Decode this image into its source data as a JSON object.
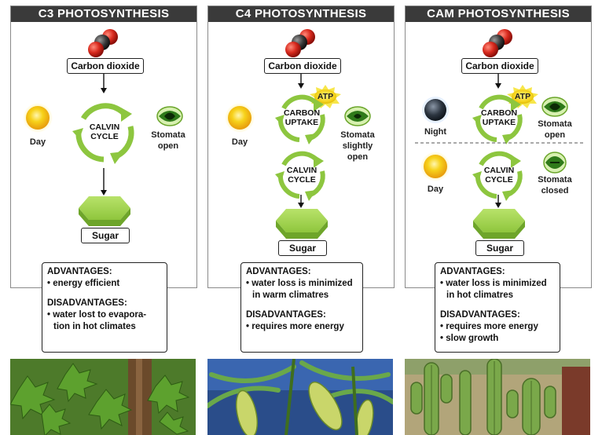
{
  "c3": {
    "title": "C3 PHOTOSYNTHESIS",
    "input": "Carbon dioxide",
    "cycle_line1": "CALVIN",
    "cycle_line2": "CYCLE",
    "day": "Day",
    "stomata_line1": "Stomata",
    "stomata_line2": "open",
    "output": "Sugar",
    "advantages_head": "ADVANTAGES:",
    "advantages_1": "energy efficient",
    "disadvantages_head": "DISADVANTAGES:",
    "disadvantages_1": "water lost to evapora-",
    "disadvantages_1b": "tion in hot climates"
  },
  "c4": {
    "title": "C4 PHOTOSYNTHESIS",
    "input": "Carbon dioxide",
    "atp": "ATP",
    "uptake_line1": "CARBON",
    "uptake_line2": "UPTAKE",
    "cycle_line1": "CALVIN",
    "cycle_line2": "CYCLE",
    "day": "Day",
    "stomata_line1": "Stomata",
    "stomata_line2": "slightly",
    "stomata_line3": "open",
    "output": "Sugar",
    "advantages_head": "ADVANTAGES:",
    "advantages_1": "water loss is minimized",
    "advantages_1b": "in warm climatres",
    "disadvantages_head": "DISADVANTAGES:",
    "disadvantages_1": "requires more energy"
  },
  "cam": {
    "title": "CAM PHOTOSYNTHESIS",
    "input": "Carbon dioxide",
    "atp": "ATP",
    "uptake_line1": "CARBON",
    "uptake_line2": "UPTAKE",
    "cycle_line1": "CALVIN",
    "cycle_line2": "CYCLE",
    "night": "Night",
    "day": "Day",
    "stomata_top_line1": "Stomata",
    "stomata_top_line2": "open",
    "stomata_bottom_line1": "Stomata",
    "stomata_bottom_line2": "closed",
    "output": "Sugar",
    "advantages_head": "ADVANTAGES:",
    "advantages_1": "water loss is minimized",
    "advantages_1b": "in hot climatres",
    "disadvantages_head": "DISADVANTAGES:",
    "disadvantages_1": "requires more energy",
    "disadvantages_2": "slow growth"
  },
  "colors": {
    "title_bar": "#3a3a3a",
    "cycle_green": "#8dc63f",
    "sugar_green": "#7ab833",
    "sun_yellow": "#f7c21a",
    "atp_yellow": "#f5d31a"
  },
  "icons": [
    "co2-molecule-icon",
    "sun-icon",
    "moon-icon",
    "stomata-icon",
    "cycle-arrows-icon",
    "sugar-hexagon-icon"
  ]
}
